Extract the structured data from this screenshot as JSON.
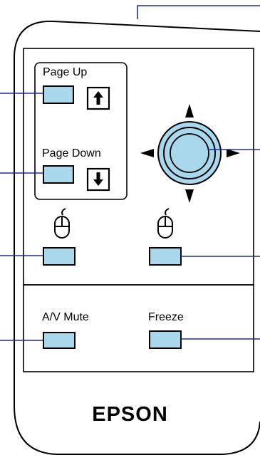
{
  "remote": {
    "brand": "EPSON",
    "page_up_label": "Page Up",
    "page_down_label": "Page Down",
    "av_mute_label": "A/V Mute",
    "freeze_label": "Freeze",
    "page_up_arrow_icon": "arrow-up-icon",
    "page_down_arrow_icon": "arrow-down-icon",
    "left_mouse_icon": "mouse-icon",
    "right_mouse_icon": "mouse-icon",
    "joystick_icon": "joystick-icon"
  },
  "colors": {
    "button_fill": "#a9d8ec",
    "callout_line": "#1a2fa0",
    "outline": "#000000"
  }
}
